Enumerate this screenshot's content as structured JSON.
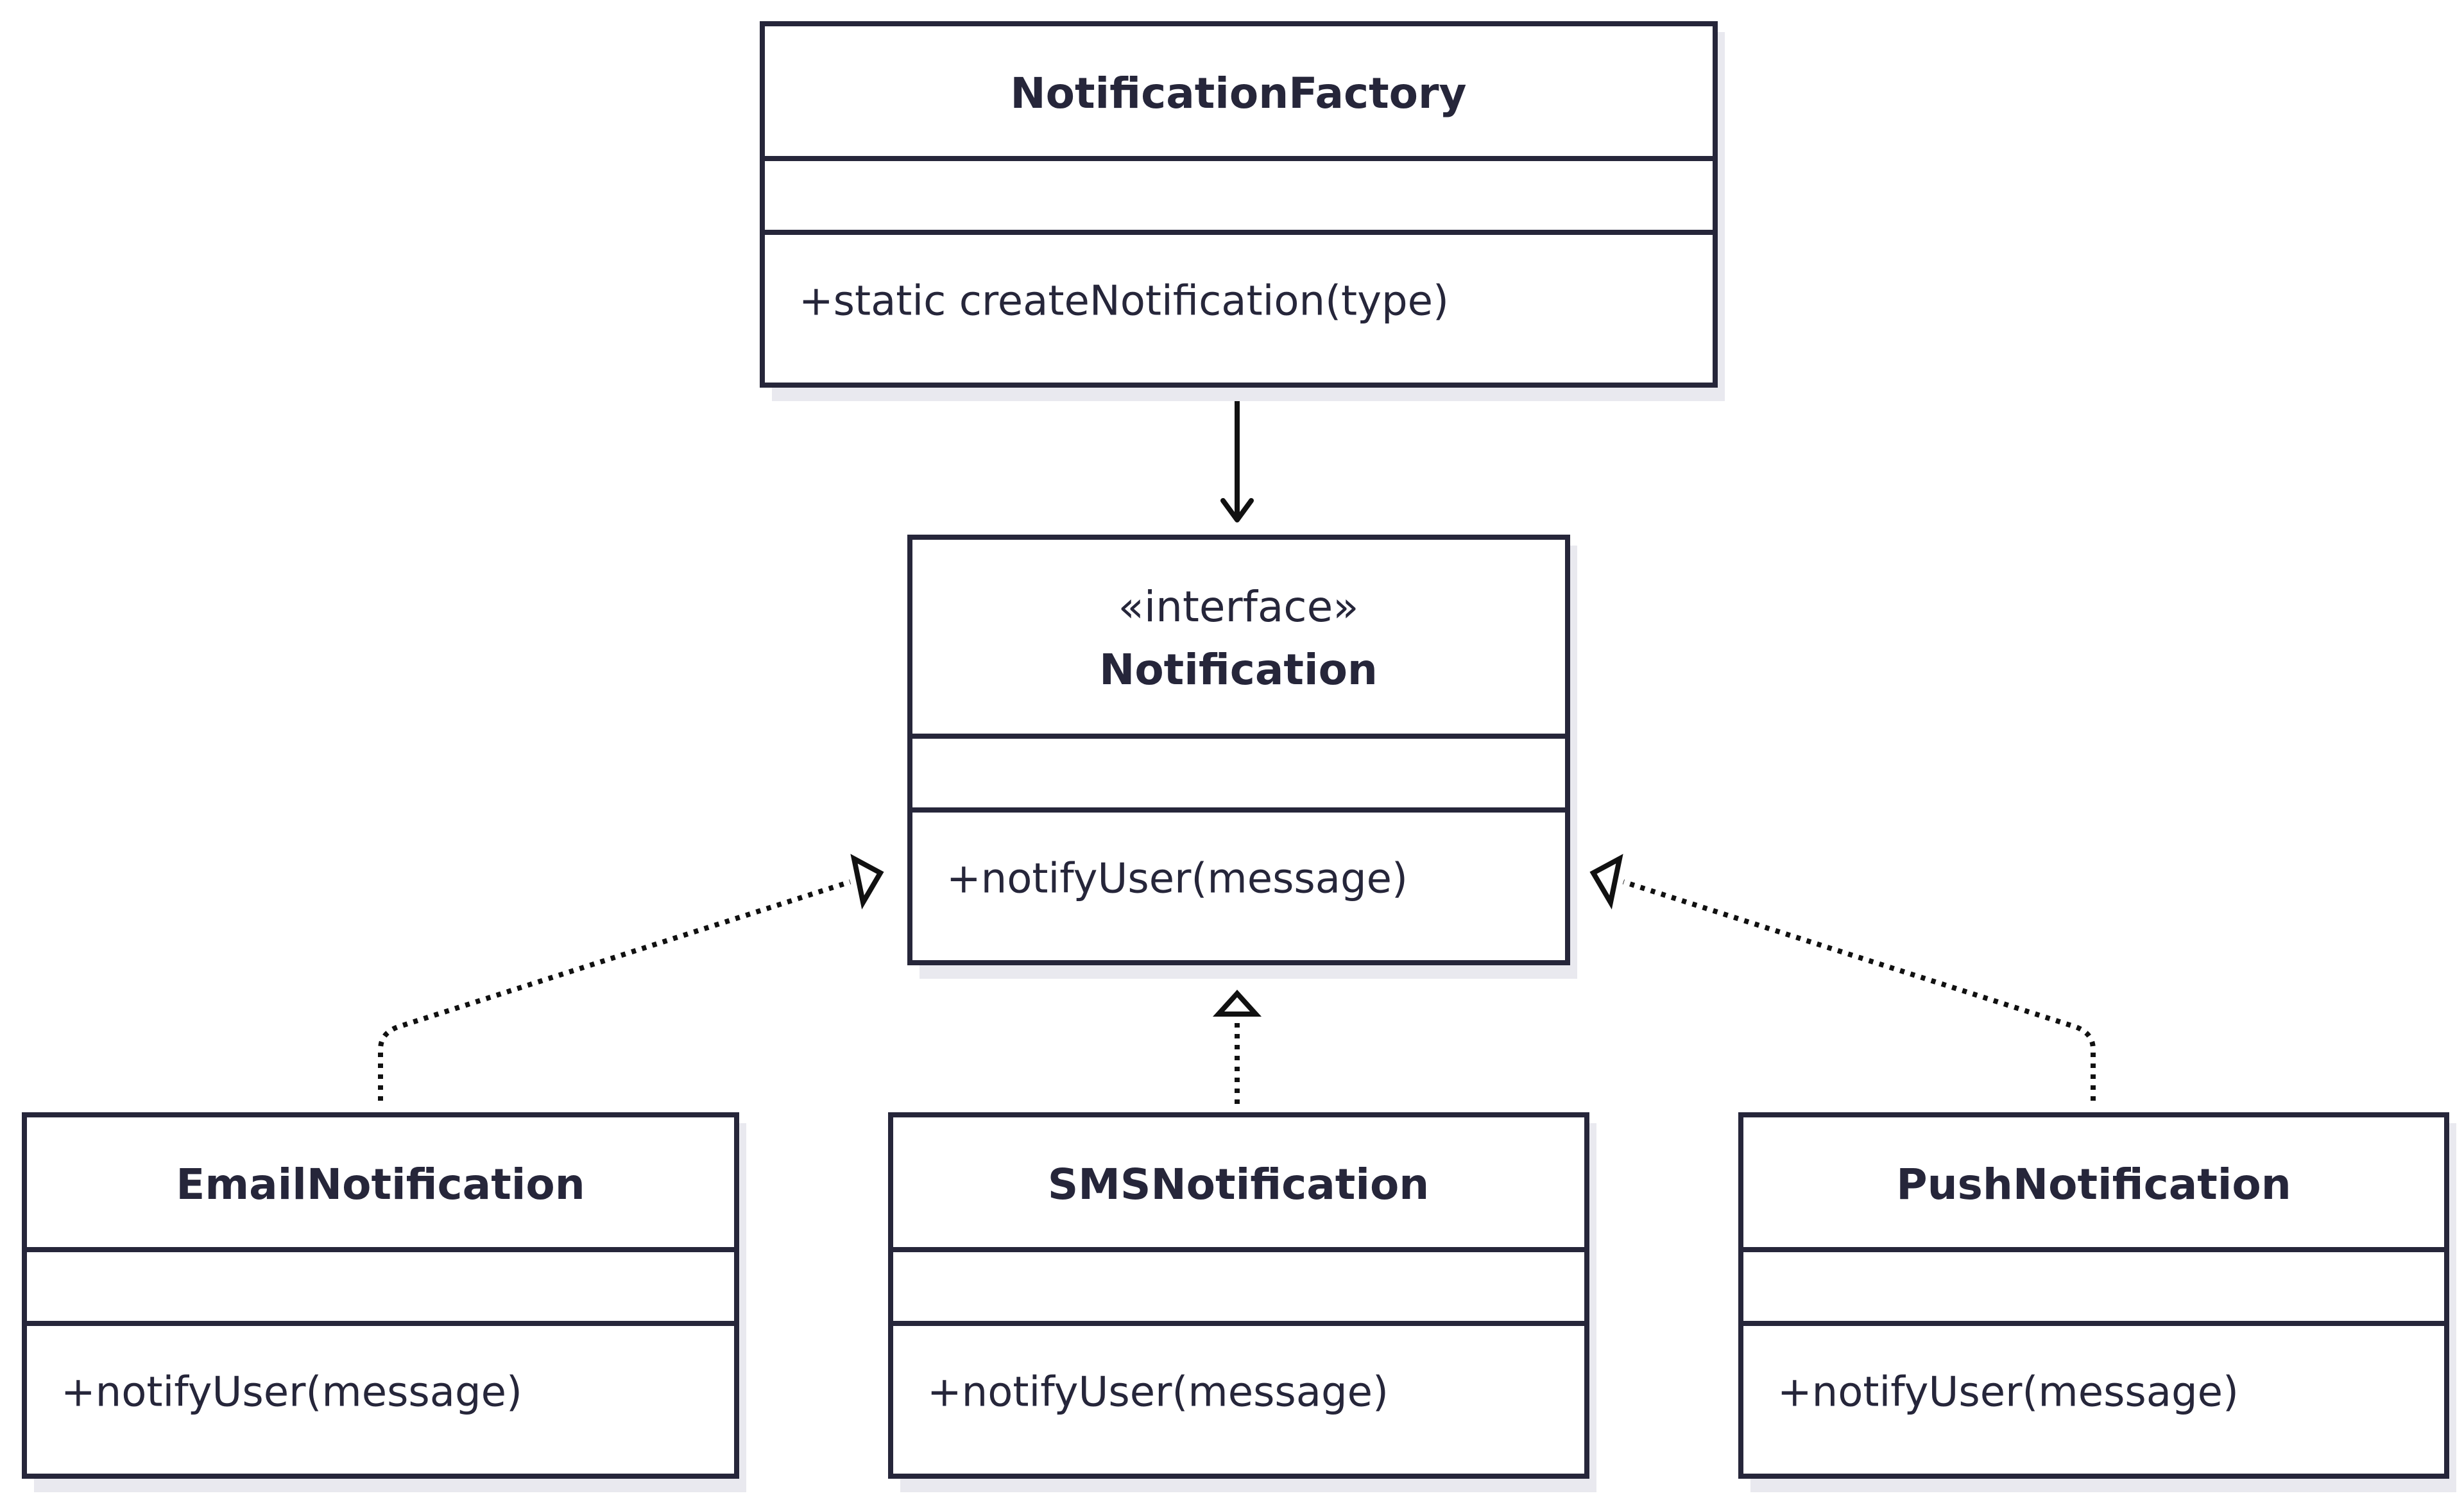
{
  "classes": {
    "factory": {
      "name": "NotificationFactory",
      "attributes": "",
      "method": "+static createNotification(type)"
    },
    "notification": {
      "stereotype": "«interface»",
      "name": "Notification",
      "attributes": "",
      "method": "+notifyUser(message)"
    },
    "email": {
      "name": "EmailNotification",
      "attributes": "",
      "method": "+notifyUser(message)"
    },
    "sms": {
      "name": "SMSNotification",
      "attributes": "",
      "method": "+notifyUser(message)"
    },
    "push": {
      "name": "PushNotification",
      "attributes": "",
      "method": "+notifyUser(message)"
    }
  },
  "relations": [
    {
      "from": "NotificationFactory",
      "to": "Notification",
      "kind": "association"
    },
    {
      "from": "EmailNotification",
      "to": "Notification",
      "kind": "realization"
    },
    {
      "from": "SMSNotification",
      "to": "Notification",
      "kind": "realization"
    },
    {
      "from": "PushNotification",
      "to": "Notification",
      "kind": "realization"
    }
  ],
  "colors": {
    "stroke": "#26263a",
    "arrow": "#111111",
    "shadow": "#e9e9ef",
    "background": "#ffffff"
  }
}
